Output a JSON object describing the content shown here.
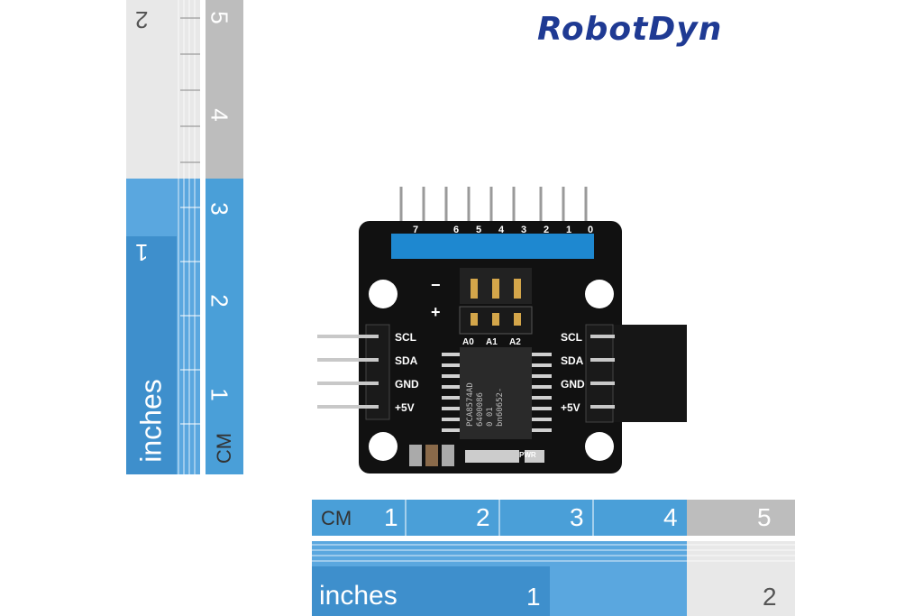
{
  "brand": {
    "name": "RobotDyn"
  },
  "vertical_ruler": {
    "inch_label": "inches",
    "inch_ticks": [
      "2",
      "1"
    ],
    "cm_label": "CM",
    "cm_ticks": [
      "5",
      "4",
      "3",
      "2",
      "1"
    ]
  },
  "horizontal_ruler": {
    "cm_label": "CM",
    "cm_ticks": [
      "1",
      "2",
      "3",
      "4",
      "5"
    ],
    "inch_label": "inches",
    "inch_ticks": [
      "1",
      "2"
    ]
  },
  "board": {
    "top_pins": [
      "7",
      "6",
      "5",
      "4",
      "3",
      "2",
      "1",
      "0"
    ],
    "jumper_labels": [
      "A0",
      "A1",
      "A2"
    ],
    "jumper_signs": [
      "−",
      "+"
    ],
    "left_pins": [
      "SCL",
      "SDA",
      "GND",
      "+5V"
    ],
    "right_pins": [
      "SCL",
      "SDA",
      "GND",
      "+5V"
    ],
    "chip_text": [
      "PCA8574AD",
      "6400086",
      "0 01",
      "bn60652-"
    ],
    "pwr_label": "PWR"
  },
  "colors": {
    "brand": "#1f3a93",
    "ruler_blue": "#4a9fd8",
    "ruler_gray": "#c9c9c9",
    "board": "#111111",
    "header_blue": "#1e88d0"
  }
}
